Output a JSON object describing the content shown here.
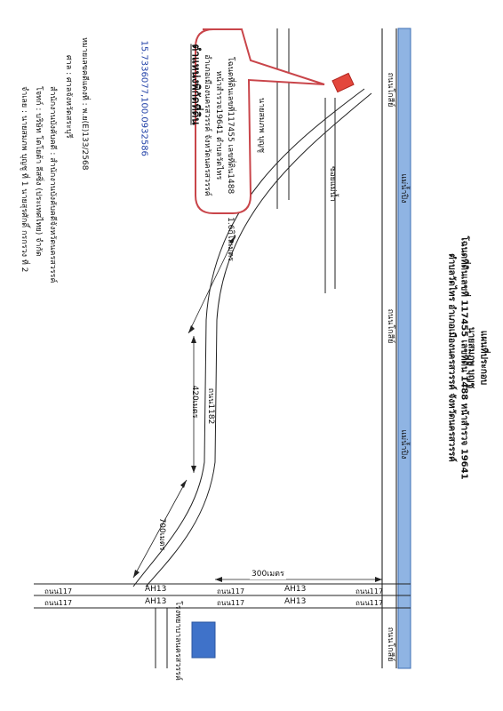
{
  "title_block": {
    "heading": "แผนที่ประกอบ",
    "owner": "นายสมภพ บุญชู",
    "deed": "โฉนดที่ดินเลขที่ 117455 เลขที่ดิน 1488 หน้าสำรวจ 19641",
    "location": "ตำบลวัดไทร อำเภอเมืองนครสวรรค์ จังหวัดนครสวรรค์"
  },
  "callout": {
    "owner": "นายสมภพ บุญชู",
    "line1": "โฉนดที่ดินเลขที่117455 เลขที่ดิน1488",
    "line2": "หน้าสำรวจ19641 ตำบลวัดไทร",
    "line3": "อำเภอเมืองนครสวรรค์ จังหวัดนครสวรรค์"
  },
  "coordinates": {
    "heading": "ตำแหน่งพิกัดที่ดิน",
    "value": "15.7336077,100.0932586"
  },
  "footer": {
    "line1": "หมายเลขคดีแดงที่ : พ.ย(E)133/2568",
    "line2": "ศาล : ศาลจังหวัดสระบุรี",
    "line3": "สำนักงานบังคับคดี : สำนักงานบังคับคดีจังหวัดนครสวรรค์",
    "line4": "โจทก์ : บริษัท โตโยต้า ลีสซิ่ง (ประเทศไทย) จำกัด",
    "line5": "จำเลย : นายสมภพ บุญชู ที่ 1 นายสุรศักดิ์ กรกรวง ที่ 2"
  },
  "labels": {
    "road_kosi_top": "ถนนโกสีย์",
    "road_kosi_mid": "ถนนโกสีย์",
    "road_kosi_bottom": "ถนนโกสีย์",
    "river_top": "แม่น้ำปิง",
    "river_mid": "แม่น้ำปิง",
    "soi": "ซอยแม่น้ำ",
    "dist_1600": "1.6กิโลเมตร",
    "dist_420": "420เมตร",
    "dist_700": "700เมตร",
    "dist_300": "300เมตร",
    "road_1182": "ถนน1182",
    "road117_a": "ถนน117",
    "road117_b": "ถนน117",
    "road117_c": "ถนน117",
    "road117_d": "ถนน117",
    "road117_e": "ถนน117",
    "road117_f": "ถนน117",
    "ah13_a": "AH13",
    "ah13_b": "AH13",
    "ah13_c": "AH13",
    "ah13_d": "AH13",
    "landmark": "โรงพยาบาลนครสวรรค์"
  },
  "colors": {
    "river": "#8fb4e3",
    "river_edge": "#3f6fb5",
    "plot": "#e3473c",
    "callout_border": "#c9454a",
    "landmark": "#3f72c9"
  }
}
